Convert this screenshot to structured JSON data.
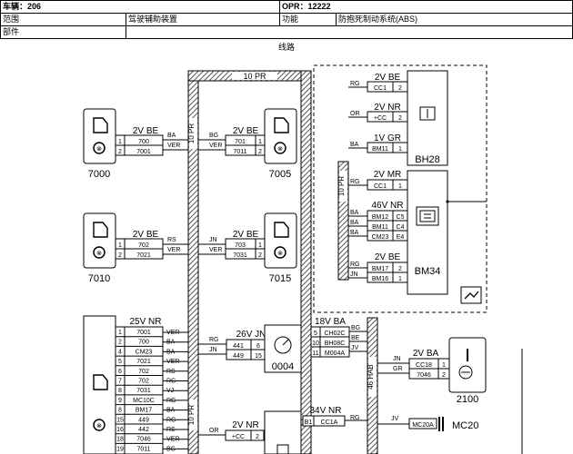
{
  "header": {
    "vehicle_label": "车辆：206",
    "opr_label": "OPR：12222",
    "scope_label": "范围",
    "scope_value": "驾驶辅助装置",
    "function_label": "功能",
    "function_value": "防抱死制动系统(ABS)",
    "part_label": "部件"
  },
  "section_title": "线路",
  "diagram": {
    "harness_top": "10 PR",
    "harness_left": "10 PR",
    "harness_left_low": "10 PR",
    "harness_right_vert": "10 PR",
    "harness_46hab": "46 HAB",
    "connectors": [
      {
        "id": "7000",
        "header": "2V BE",
        "pins": [
          "1",
          "2"
        ],
        "wires": [
          "700",
          "7001"
        ],
        "colors": [
          "BA",
          "VER"
        ]
      },
      {
        "id": "7005",
        "header": "2V BE",
        "pins": [
          "1",
          "2"
        ],
        "wires": [
          "701",
          "7011"
        ],
        "colors": [
          "BG",
          "VER"
        ]
      },
      {
        "id": "7010",
        "header": "2V BE",
        "pins": [
          "1",
          "2"
        ],
        "wires": [
          "702",
          "7021"
        ],
        "colors": [
          "RS",
          "VER"
        ]
      },
      {
        "id": "7015",
        "header": "2V BE",
        "pins": [
          "1",
          "2"
        ],
        "wires": [
          "703",
          "7031"
        ],
        "colors": [
          "JN",
          "VER"
        ]
      }
    ],
    "bh28": {
      "id": "BH28",
      "groups": [
        {
          "header": "2V BE",
          "color": "RG",
          "rows": [
            [
              "CC1",
              "2"
            ]
          ]
        },
        {
          "header": "2V NR",
          "color": "OR",
          "rows": [
            [
              "+CC",
              "2"
            ]
          ]
        },
        {
          "header": "1V GR",
          "color": "BA",
          "rows": [
            [
              "BM11",
              "1"
            ]
          ]
        }
      ]
    },
    "bm34": {
      "id": "BM34",
      "groups": [
        {
          "header": "2V MR",
          "colors": [
            "RG"
          ],
          "rows": [
            [
              "CC1",
              "1"
            ]
          ]
        },
        {
          "header": "46V NR",
          "colors": [
            "BA",
            "BA",
            "BA"
          ],
          "rows": [
            [
              "BM12",
              "C5"
            ],
            [
              "BM11",
              "C4"
            ],
            [
              "CM23",
              "E4"
            ]
          ]
        },
        {
          "header": "2V BE",
          "colors": [
            "RG",
            "JN"
          ],
          "rows": [
            [
              "BM17",
              "2"
            ],
            [
              "BM16",
              "1"
            ]
          ]
        }
      ]
    },
    "ecu": {
      "header": "25V NR",
      "rows": [
        [
          "1",
          "7001",
          "VER"
        ],
        [
          "2",
          "700",
          "BA"
        ],
        [
          "4",
          "CM23",
          "BA"
        ],
        [
          "5",
          "7021",
          "VER"
        ],
        [
          "6",
          "702",
          "RS"
        ],
        [
          "7",
          "702",
          "RG"
        ],
        [
          "8",
          "7031",
          "VJ"
        ],
        [
          "9",
          "MC10C",
          "RG"
        ],
        [
          "8",
          "BM17",
          "BA"
        ],
        [
          "15",
          "449",
          "RG"
        ],
        [
          "16",
          "442",
          "RS"
        ],
        [
          "18",
          "7046",
          "VER"
        ],
        [
          "19",
          "7011",
          "BG"
        ]
      ]
    },
    "c0004": {
      "id": "0004",
      "left_header": "26V JN",
      "left_colors": [
        "RG",
        "JN"
      ],
      "left_rows": [
        [
          "441",
          "6"
        ],
        [
          "449",
          "15"
        ]
      ],
      "right_header": "18V BA",
      "right_rows": [
        [
          "5",
          "CH02C"
        ],
        [
          "10",
          "BH08C"
        ],
        [
          "11",
          "M004A"
        ]
      ],
      "right_colors": [
        "BG",
        "BE",
        "JV"
      ]
    },
    "c2100": {
      "id": "2100",
      "header": "2V BA",
      "colors": [
        "JN",
        "GR"
      ],
      "rows": [
        [
          "CC18",
          "1"
        ],
        [
          "7046",
          "2"
        ]
      ]
    },
    "mc20": {
      "label": "MC20",
      "wire": "MC20A",
      "color": "JV"
    },
    "lower_left": {
      "header": "2V NR",
      "color": "OR",
      "rows": [
        [
          "+CC",
          "2"
        ]
      ]
    },
    "lower_right": {
      "header": "34V NR",
      "rows": [
        [
          "B1",
          "CC1A"
        ]
      ],
      "color": "RG"
    }
  }
}
